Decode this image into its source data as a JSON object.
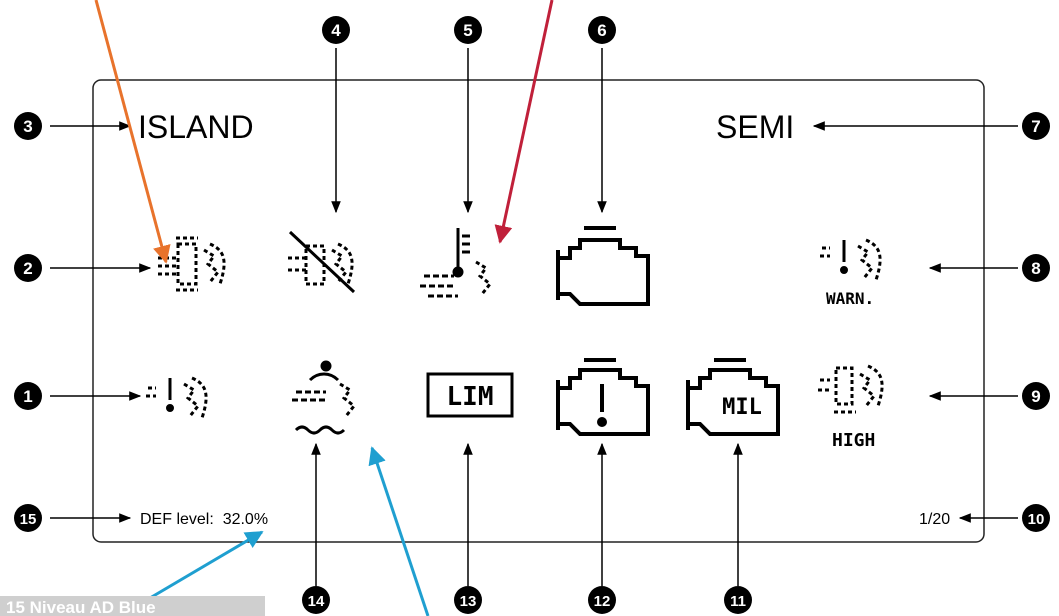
{
  "display": {
    "top_left": "ISLAND",
    "top_right": "SEMI",
    "bottom_left": "DEF level:  32.0%",
    "bottom_right": "1/20"
  },
  "icons": {
    "warn_label": "WARN.",
    "high_label": "HIGH",
    "lim_label": "LIM",
    "mil_label": "MIL"
  },
  "callouts": [
    "1",
    "2",
    "3",
    "4",
    "5",
    "6",
    "7",
    "8",
    "9",
    "10",
    "11",
    "12",
    "13",
    "14",
    "15"
  ],
  "note": {
    "label": "15 Niveau AD Blue"
  },
  "colors": {
    "orange_arrow": "#e8732c",
    "red_arrow": "#c0203a",
    "blue_arrow": "#1f9fd0"
  }
}
